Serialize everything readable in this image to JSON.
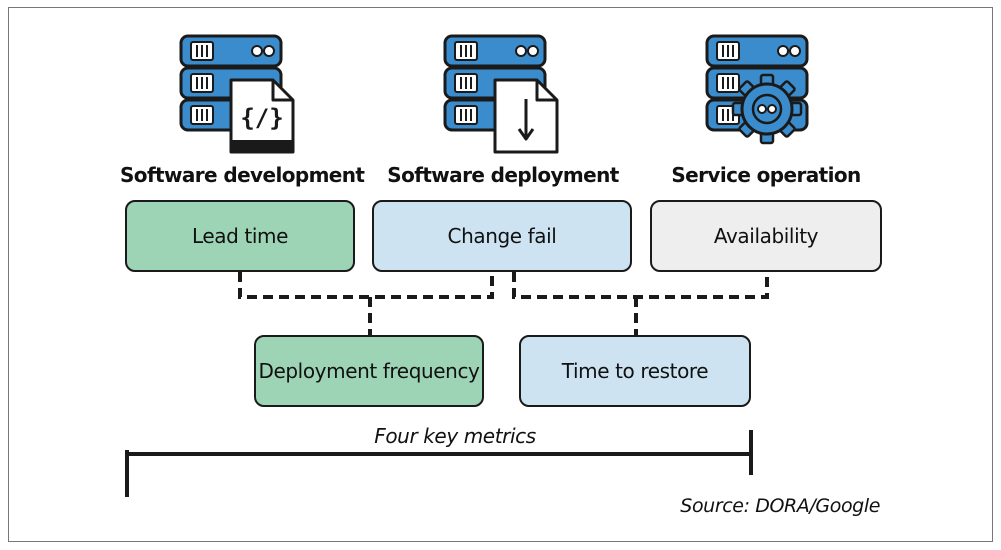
{
  "columns": [
    {
      "title": "Software development",
      "icon": "server-code-icon"
    },
    {
      "title": "Software deployment",
      "icon": "server-download-icon"
    },
    {
      "title": "Service operation",
      "icon": "server-gear-icon"
    }
  ],
  "top_metrics": [
    {
      "label": "Lead time",
      "color": "#9dd4b6"
    },
    {
      "label": "Change fail",
      "color": "#cde3f1"
    },
    {
      "label": "Availability",
      "color": "#eeeeee"
    }
  ],
  "bottom_metrics": [
    {
      "label": "Deployment frequency",
      "color": "#9dd4b6"
    },
    {
      "label": "Time to restore",
      "color": "#cde3f1"
    }
  ],
  "scale_label": "Four key metrics",
  "source": "Source: DORA/Google",
  "colors": {
    "server_blue": "#3b8ccc",
    "outline": "#1a1a1a"
  }
}
